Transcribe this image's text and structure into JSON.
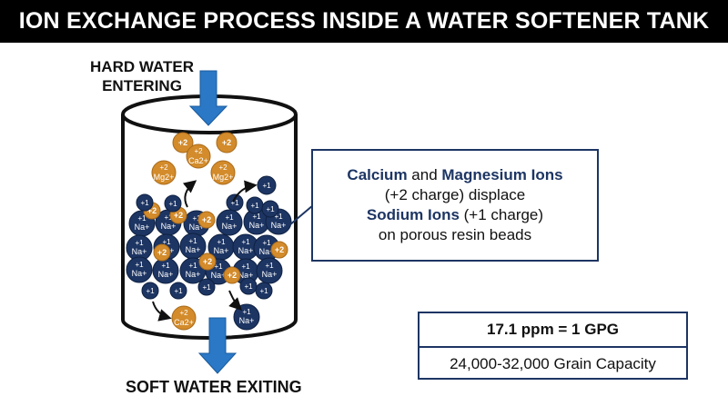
{
  "title": "ION EXCHANGE PROCESS INSIDE A WATER SOFTENER TANK",
  "labels": {
    "hard_water_line1": "HARD WATER",
    "hard_water_line2": "ENTERING",
    "soft_water": "SOFT WATER EXITING"
  },
  "callout": {
    "calcium": "Calcium",
    "and": " and ",
    "magnesium": "Magnesium Ions",
    "line2": "(+2 charge) displace",
    "sodium": "Sodium Ions",
    "sodium_rest": " (+1 charge)",
    "line4": "on porous resin beads"
  },
  "info_box": {
    "conversion": "17.1 ppm = 1 GPG",
    "capacity": "24,000-32,000 Grain Capacity"
  },
  "ion_text": {
    "plus2": "+2",
    "plus1": "+1",
    "ca": "Ca",
    "mg": "Mg",
    "na": "Na",
    "sup2": "2+",
    "sup1": "+"
  },
  "colors": {
    "navy": "#1d3563",
    "orange": "#d38b2b",
    "arrow_blue": "#2a78c6",
    "title_bg": "#000000"
  }
}
